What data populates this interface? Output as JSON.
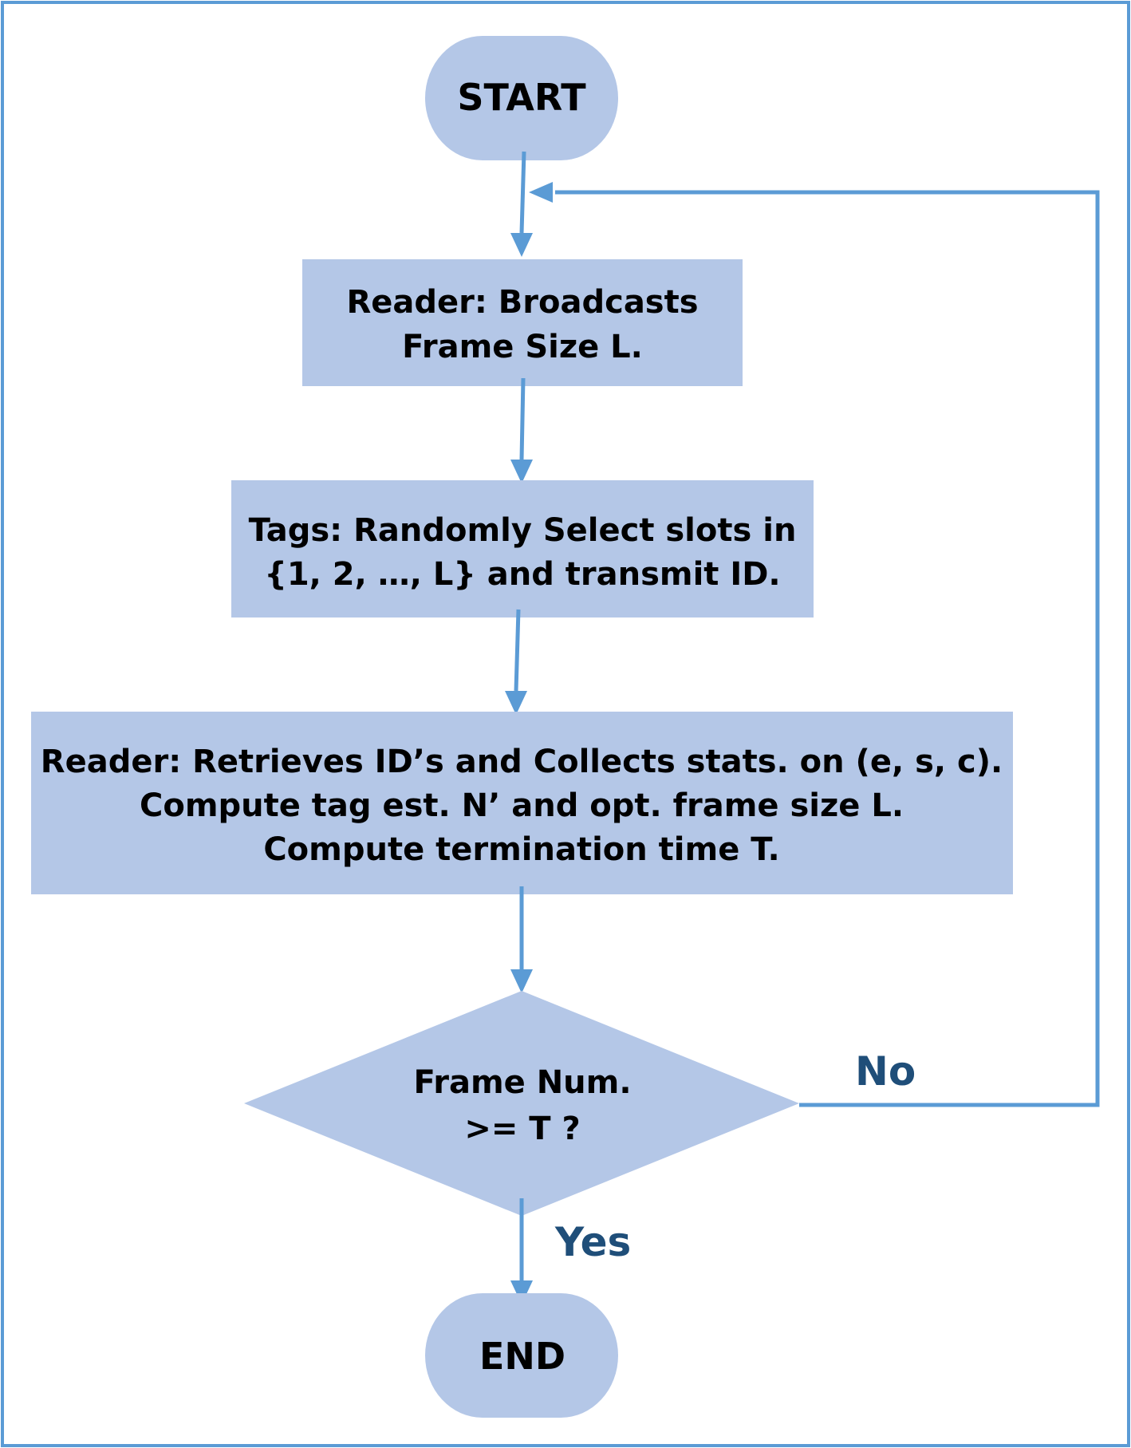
{
  "colors": {
    "frame_border": "#5b9bd5",
    "node_fill": "#b4c7e7",
    "arrow": "#5b9bd5",
    "node_text": "#000000",
    "branch_text": "#1f4e79"
  },
  "nodes": {
    "start": {
      "text": "START"
    },
    "broadcast": {
      "lines": [
        "Reader: Broadcasts",
        "Frame Size L."
      ]
    },
    "tags": {
      "lines": [
        "Tags: Randomly Select slots in",
        "{1, 2, …, L} and transmit ID."
      ]
    },
    "retrieve": {
      "lines": [
        "Reader: Retrieves ID’s and Collects stats. on (e, s, c).",
        "Compute tag est. N’ and opt. frame size L.",
        "Compute termination time T."
      ]
    },
    "decision": {
      "lines": [
        "Frame Num.",
        ">= T ?"
      ]
    },
    "end": {
      "text": "END"
    }
  },
  "branches": {
    "no": "No",
    "yes": "Yes"
  }
}
